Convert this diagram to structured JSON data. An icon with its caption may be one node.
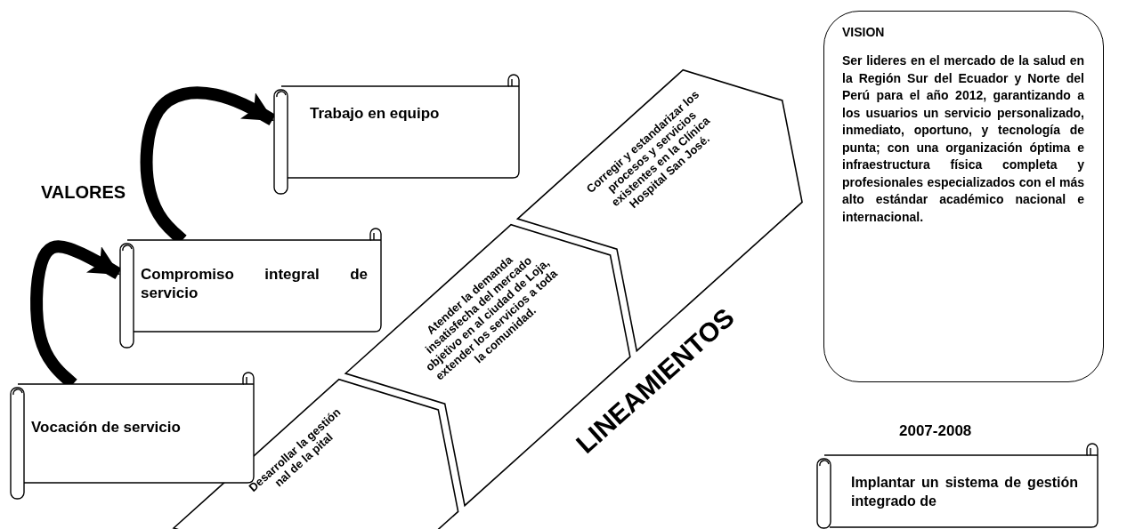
{
  "diagram": {
    "nodes": [
      {
        "text": [
          "Trabajo en equipo"
        ]
      },
      {
        "text": [
          "Compromiso integral de servicio"
        ]
      },
      {
        "text": [
          "Vocación de servicio"
        ]
      },
      {
        "text": [
          "Corregir y estandarizar los procesos y servicios existentes en la Clínica Hospital San José."
        ]
      },
      {
        "text": [
          "Atender la demanda insatisfecha del mercado objetivo en al ciudad de Loja, extender los servicios a toda la comunidad."
        ]
      },
      {
        "text": [
          "Desarrollar la gestión nal de la pital"
        ]
      },
      {
        "text": [
          "VISION",
          "Ser lideres en el mercado de la salud en la Región Sur del Ecuador y Norte del Perú para el año 2012, garantizando a los usuarios un servicio personalizado, inmediato, oportuno, y tecnología de punta; con una organización óptima e infraestructura física completa y profesionales especializados con el más alto estándar académico nacional e internacional."
        ]
      },
      {
        "text": [
          "Implantar un sistema de gestión integrado de"
        ]
      }
    ],
    "edges": [
      {
        "from": 2,
        "to": 1,
        "arrow": "to"
      },
      {
        "from": 1,
        "to": 0,
        "arrow": "to"
      }
    ],
    "labels": [
      "VALORES",
      "LINEAMIENTOS",
      "2007-2008"
    ]
  }
}
